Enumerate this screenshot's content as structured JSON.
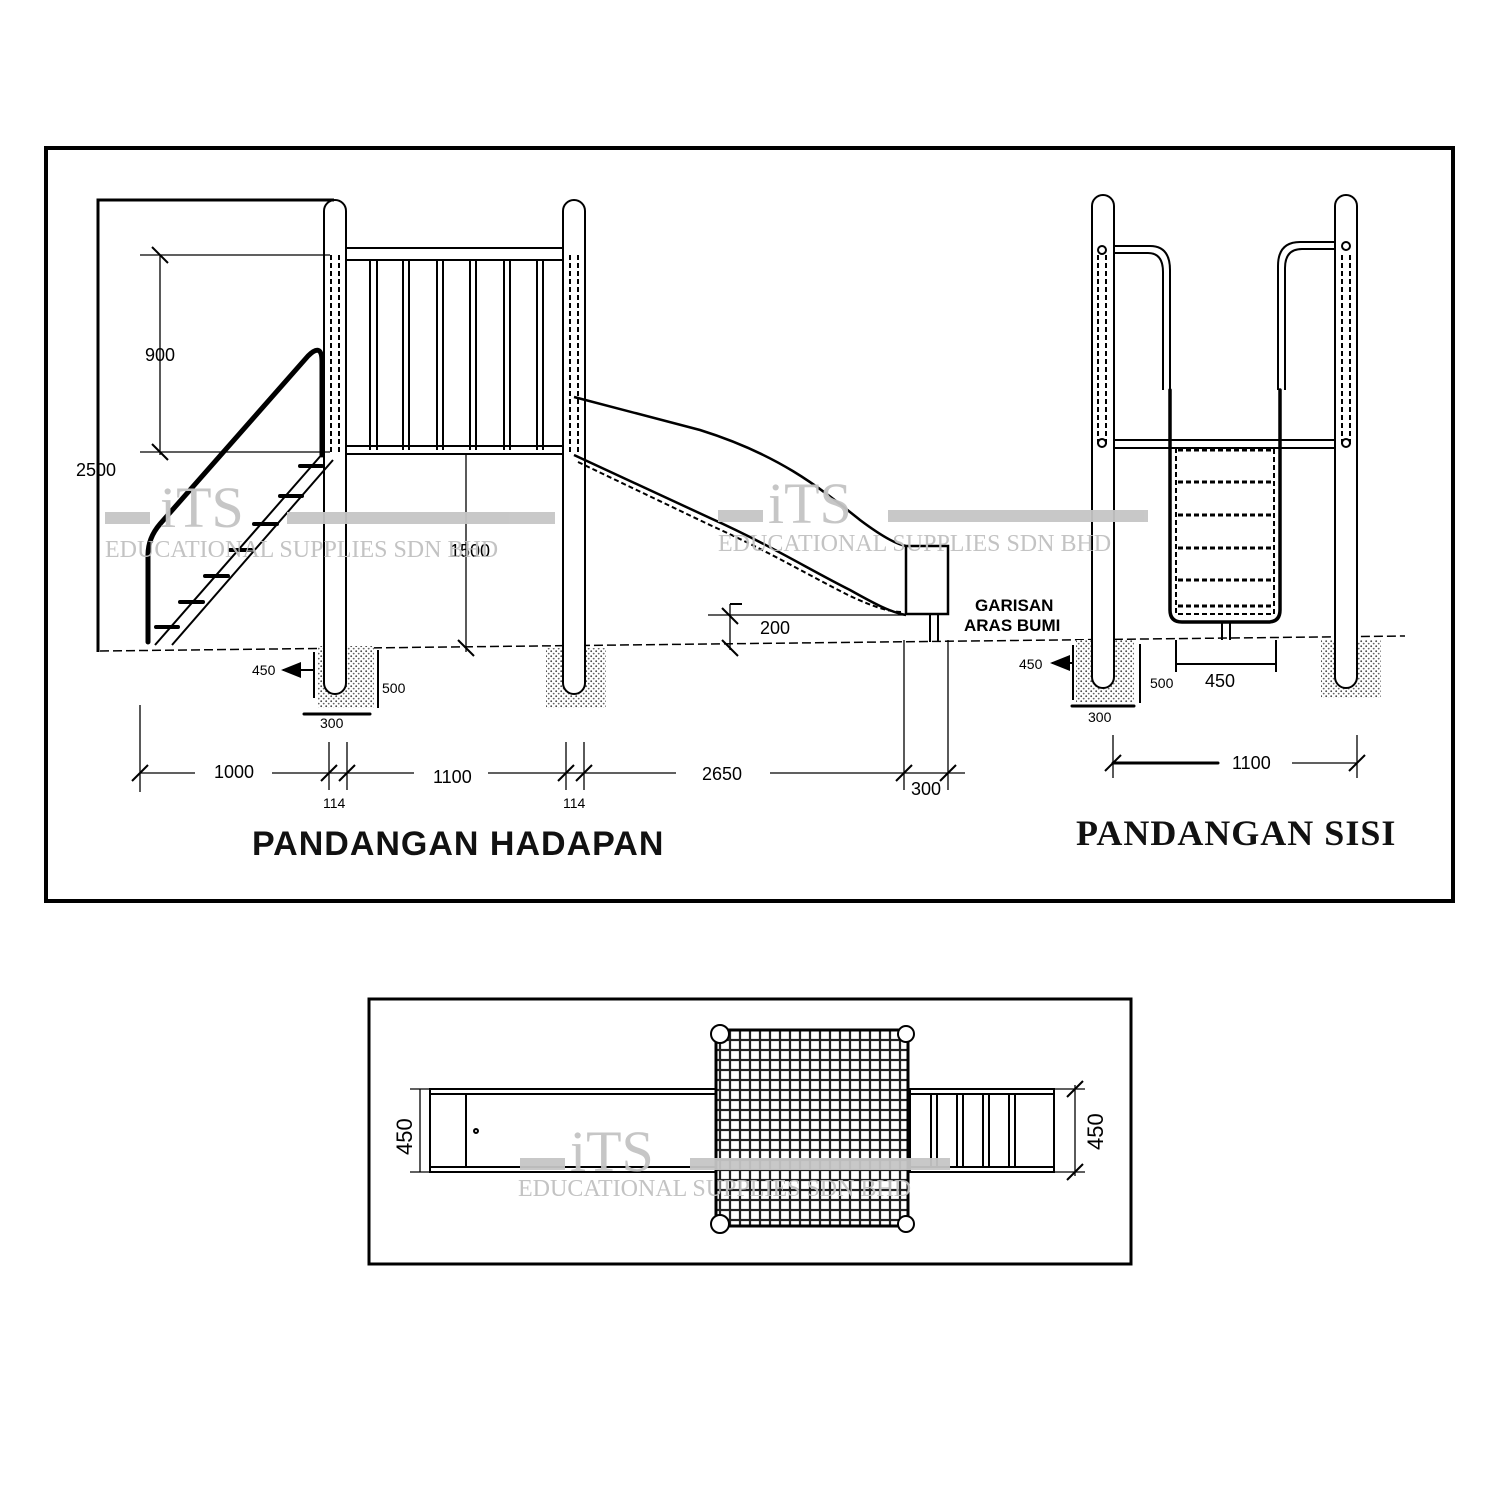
{
  "front_view": {
    "title": "PANDANGAN HADAPAN",
    "dims": {
      "total_height": "2500",
      "railing_height": "900",
      "deck_height": "1500",
      "slide_exit_height": "200",
      "seg_1000": "1000",
      "seg_1100": "1100",
      "seg_2650": "2650",
      "seg_300": "300",
      "post_114_a": "114",
      "post_114_b": "114",
      "footing_width": "450",
      "footing_depth": "500",
      "footing_base": "300"
    },
    "ground_label_1": "GARISAN",
    "ground_label_2": "ARAS BUMI"
  },
  "side_view": {
    "title": "PANDANGAN SISI",
    "dims": {
      "footing_width": "450",
      "footing_depth": "500",
      "footing_base": "300",
      "ladder_width": "450",
      "overall_width": "1100"
    }
  },
  "plan_view": {
    "dims": {
      "slide_width": "450",
      "ladder_width": "450"
    }
  },
  "watermark": {
    "logo": "iTS",
    "company": "EDUCATIONAL SUPPLIES SDN BHD"
  }
}
